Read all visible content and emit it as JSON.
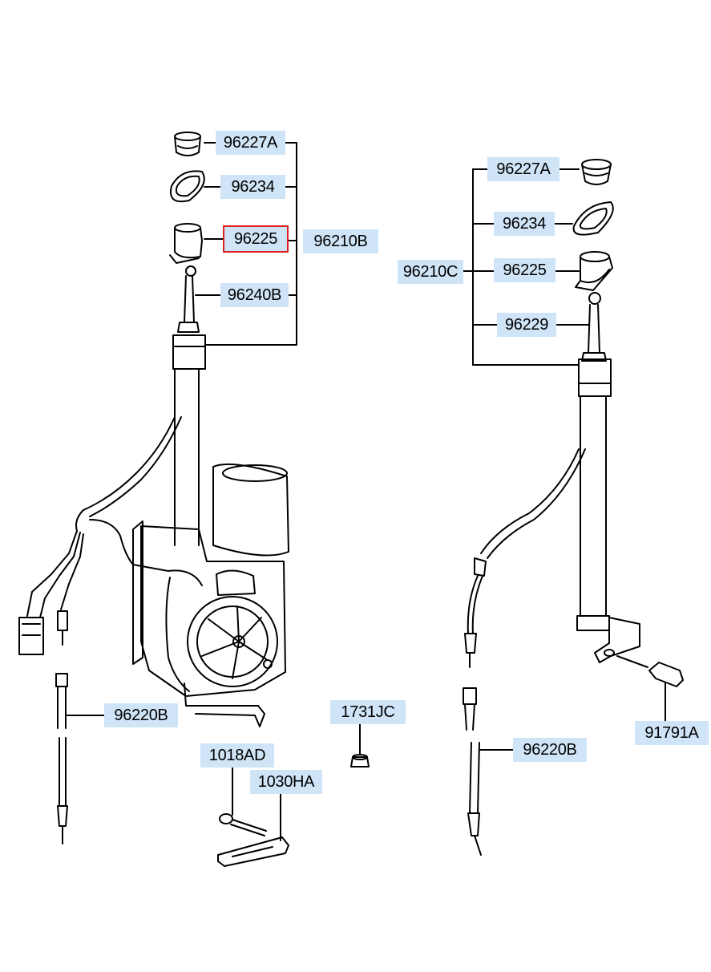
{
  "colors": {
    "callout_background": "#cfe4f7",
    "selected_outline": "#e02020",
    "line": "#000000"
  },
  "selected_part": "96225",
  "left_assembly": {
    "cap": "96227A",
    "gasket": "96234",
    "nut": "96225",
    "assembly": "96210B",
    "mast": "96240B",
    "cable": "96220B",
    "bolt": "1018AD",
    "bracket": "1030HA"
  },
  "center": {
    "nut": "1731JC"
  },
  "right_assembly": {
    "cap": "96227A",
    "gasket": "96234",
    "assembly": "96210C",
    "nut": "96225",
    "mast": "96229",
    "bolt": "91791A",
    "cable": "96220B"
  }
}
